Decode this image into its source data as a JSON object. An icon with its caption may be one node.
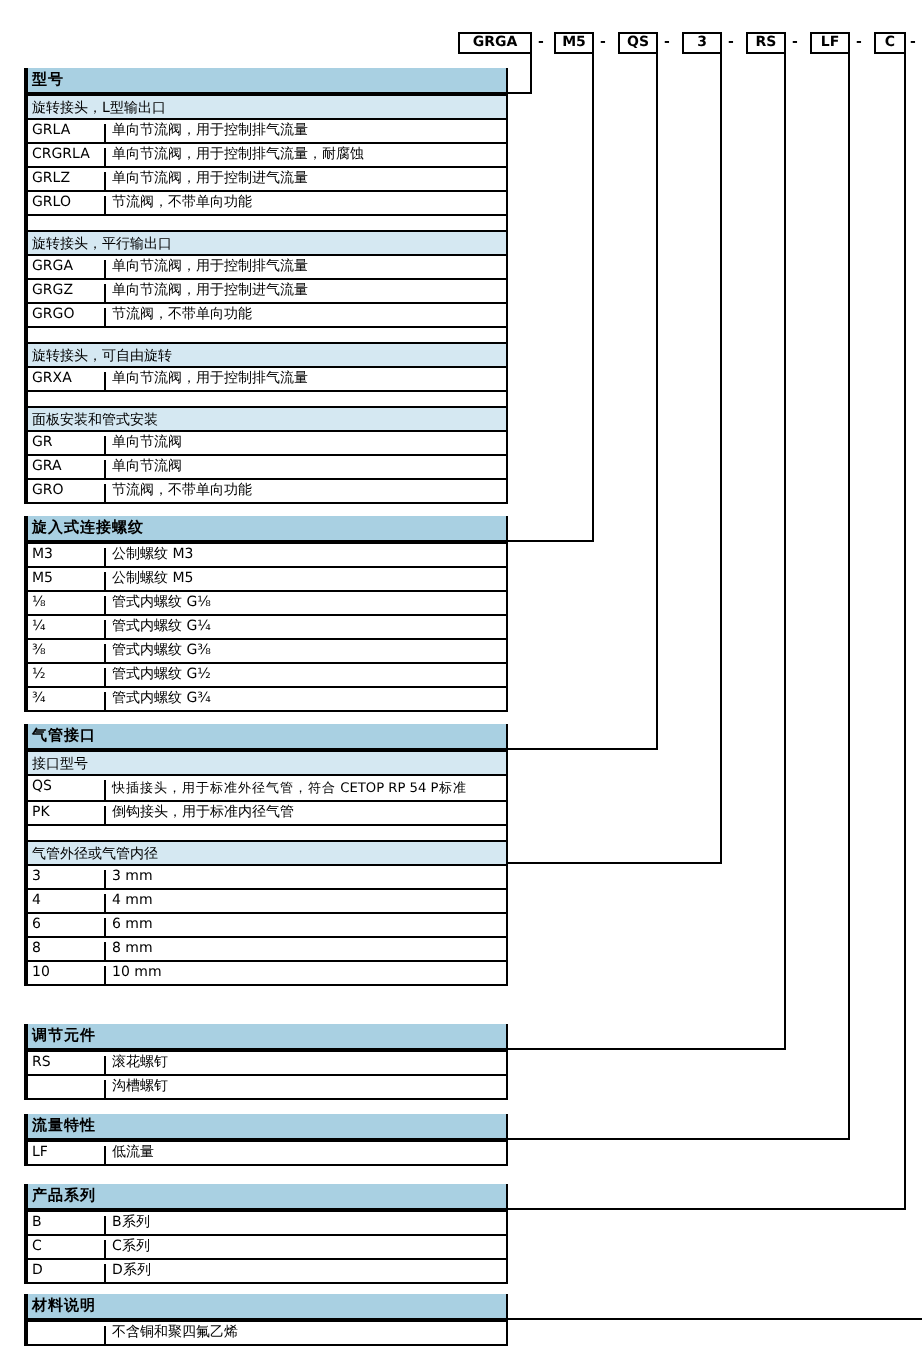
{
  "diagram": {
    "nodes": [
      {
        "text": [
          "GRGA"
        ]
      },
      {
        "text": [
          "M5"
        ]
      },
      {
        "text": [
          "QS"
        ]
      },
      {
        "text": [
          "3"
        ]
      },
      {
        "text": [
          "RS"
        ]
      },
      {
        "text": [
          "LF"
        ]
      },
      {
        "text": [
          "C"
        ]
      },
      {
        "text": [
          "型号"
        ]
      },
      {
        "text": [
          "旋入式连接螺纹"
        ]
      },
      {
        "text": [
          "气管接口"
        ]
      },
      {
        "text": [
          "气管外径或气管内径"
        ],
        "in": 9
      },
      {
        "text": [
          "调节元件"
        ]
      },
      {
        "text": [
          "流量特性"
        ]
      },
      {
        "text": [
          "产品系列"
        ]
      },
      {
        "text": [
          "材料说明"
        ]
      },
      {
        "text": [
          "旋转接头，L型输出口"
        ],
        "in": 7
      },
      {
        "text": [
          "旋转接头，平行输出口"
        ],
        "in": 7
      },
      {
        "text": [
          "旋转接头，可自由旋转"
        ],
        "in": 7
      },
      {
        "text": [
          "面板安装和管式安装"
        ],
        "in": 7
      },
      {
        "text": [
          "接口型号"
        ],
        "in": 9
      }
    ],
    "edges": [
      {
        "from": 0,
        "to": 7,
        "arrow": "none"
      },
      {
        "from": 1,
        "to": 8,
        "arrow": "none"
      },
      {
        "from": 2,
        "to": 9,
        "arrow": "none"
      },
      {
        "from": 3,
        "to": 10,
        "arrow": "none"
      },
      {
        "from": 4,
        "to": 11,
        "arrow": "none"
      },
      {
        "from": 5,
        "to": 12,
        "arrow": "none"
      },
      {
        "from": 6,
        "to": 13,
        "arrow": "none"
      },
      {
        "from": null,
        "to": 14,
        "arrow": "none"
      }
    ],
    "labels": [
      "-",
      "-",
      "-",
      "-",
      "-",
      "-",
      "-",
      "GRLA",
      "单向节流阀，用于控制排气流量",
      "CRGRLA",
      "单向节流阀，用于控制排气流量，耐腐蚀",
      "GRLZ",
      "单向节流阀，用于控制进气流量",
      "GRLO",
      "节流阀，不带单向功能",
      "GRGA",
      "单向节流阀，用于控制排气流量",
      "GRGZ",
      "单向节流阀，用于控制进气流量",
      "GRGO",
      "节流阀，不带单向功能",
      "GRXA",
      "单向节流阀，用于控制排气流量",
      "GR",
      "单向节流阀",
      "GRA",
      "单向节流阀",
      "GRO",
      "节流阀，不带单向功能",
      "M3",
      "公制螺纹 M3",
      "M5",
      "公制螺纹 M5",
      "⅛",
      "管式内螺纹 G⅛",
      "¼",
      "管式内螺纹 G¼",
      "⅜",
      "管式内螺纹 G⅜",
      "½",
      "管式内螺纹 G½",
      "¾",
      "管式内螺纹 G¾",
      "QS",
      "快插接头，用于标准外径气管，符合 CETOP RP 54 P标准",
      "PK",
      "倒钩接头，用于标准内径气管",
      "3",
      "3 mm",
      "4",
      "4 mm",
      "6",
      "6 mm",
      "8",
      "8 mm",
      "10",
      "10 mm",
      "RS",
      "滚花螺钉",
      "沟槽螺钉",
      "LF",
      "低流量",
      "B",
      "B系列",
      "C",
      "C系列",
      "D",
      "D系列",
      "不含铜和聚四氟乙烯"
    ]
  }
}
